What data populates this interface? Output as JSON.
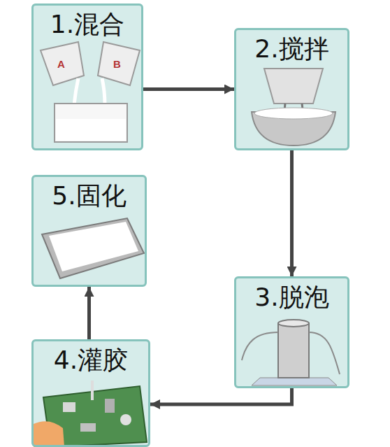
{
  "diagram": {
    "nodes": [
      {
        "text": [
          "1.混合"
        ]
      },
      {
        "text": [
          "2.搅拌"
        ]
      },
      {
        "text": [
          "3.脱泡"
        ]
      },
      {
        "text": [
          "4.灌胶"
        ]
      },
      {
        "text": [
          "5.固化"
        ]
      }
    ],
    "edges": [
      {
        "from": 0,
        "to": 1,
        "arrow": "to"
      },
      {
        "from": 1,
        "to": 2,
        "arrow": "to"
      },
      {
        "from": 2,
        "to": 3,
        "arrow": "to"
      },
      {
        "from": 3,
        "to": 4,
        "arrow": "to"
      }
    ],
    "labels": [
      "A",
      "B"
    ]
  }
}
